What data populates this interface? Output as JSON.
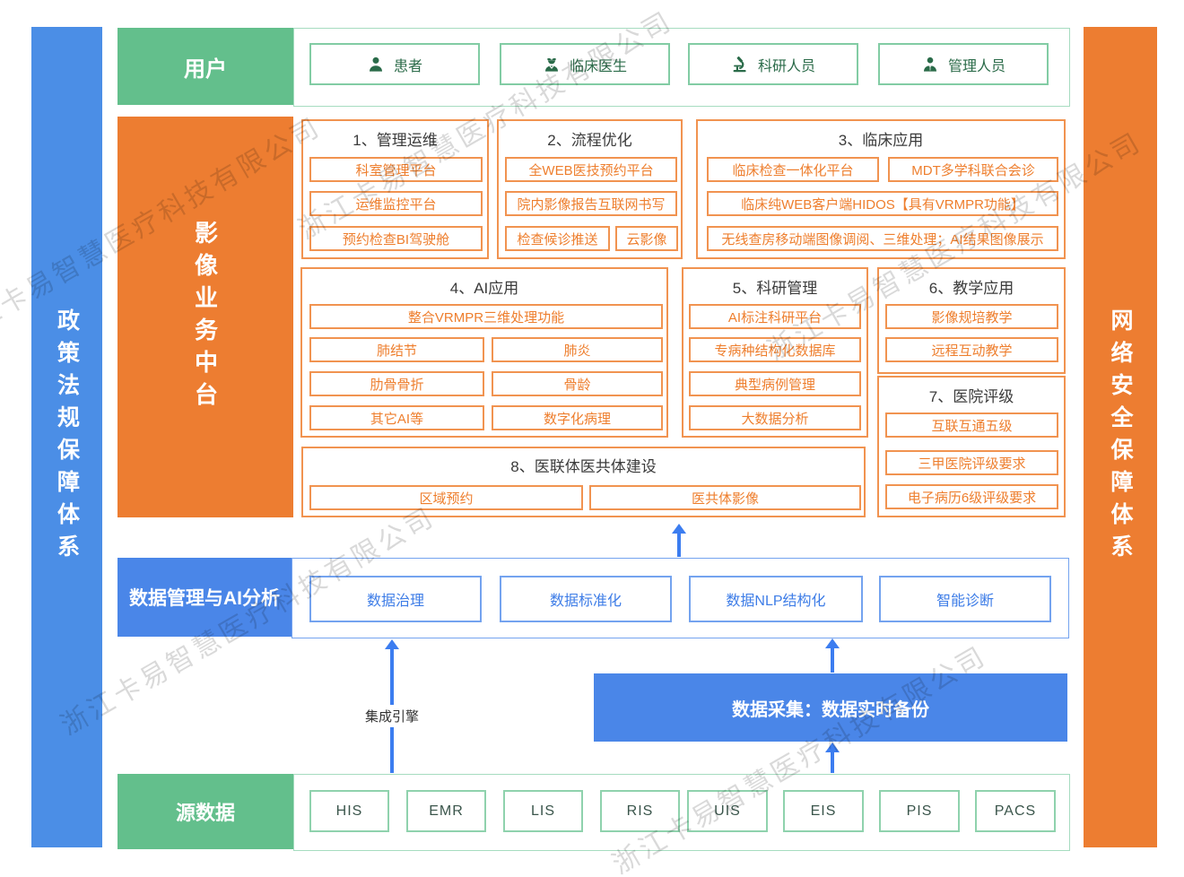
{
  "watermark": {
    "text": "浙江卡易智慧医疗科技有限公司"
  },
  "side_left": {
    "label": "政策法规保障体系"
  },
  "side_right": {
    "label": "网络安全保障体系"
  },
  "users": {
    "label": "用户",
    "items": [
      {
        "label": "患者",
        "icon": "patient-icon"
      },
      {
        "label": "临床医生",
        "icon": "doctor-icon"
      },
      {
        "label": "科研人员",
        "icon": "microscope-icon"
      },
      {
        "label": "管理人员",
        "icon": "manager-icon"
      }
    ]
  },
  "platform": {
    "label": "影像业务中台",
    "sections": {
      "s1": {
        "title": "1、管理运维",
        "items": [
          "科室管理平台",
          "运维监控平台",
          "预约检查BI驾驶舱"
        ]
      },
      "s2": {
        "title": "2、流程优化",
        "items": [
          "全WEB医技预约平台",
          "院内影像报告互联网书写",
          "检查候诊推送",
          "云影像"
        ]
      },
      "s3": {
        "title": "3、临床应用",
        "items": [
          "临床检查一体化平台",
          "MDT多学科联合会诊",
          "临床纯WEB客户端HIDOS【具有VRMPR功能】",
          "无线查房移动端图像调阅、三维处理；AI结果图像展示"
        ]
      },
      "s4": {
        "title": "4、AI应用",
        "items": [
          "整合VRMPR三维处理功能",
          "肺结节",
          "肺炎",
          "肋骨骨折",
          "骨龄",
          "其它AI等",
          "数字化病理"
        ]
      },
      "s5": {
        "title": "5、科研管理",
        "items": [
          "AI标注科研平台",
          "专病种结构化数据库",
          "典型病例管理",
          "大数据分析"
        ]
      },
      "s6": {
        "title": "6、教学应用",
        "items": [
          "影像规培教学",
          "远程互动教学"
        ]
      },
      "s7": {
        "title": "7、医院评级",
        "items": [
          "互联互通五级",
          "三甲医院评级要求",
          "电子病历6级评级要求"
        ]
      },
      "s8": {
        "title": "8、医联体医共体建设",
        "items": [
          "区域预约",
          "医共体影像"
        ]
      }
    }
  },
  "data_mgmt": {
    "label": "数据管理与AI分析",
    "items": [
      "数据治理",
      "数据标准化",
      "数据NLP结构化",
      "智能诊断"
    ]
  },
  "integration": {
    "label": "集成引擎"
  },
  "collection": {
    "label": "数据采集：数据实时备份"
  },
  "source": {
    "label": "源数据",
    "items": [
      "HIS",
      "EMR",
      "LIS",
      "RIS",
      "UIS",
      "EIS",
      "PIS",
      "PACS"
    ]
  },
  "colors": {
    "green": "#63BF8C",
    "green_border": "#82CCA4",
    "green_text": "#2B6B49",
    "orange": "#ED7D31",
    "orange_border": "#F19350",
    "orange_text": "#EE7E2E",
    "blue": "#4A86E8",
    "blue_sidebar": "#4B8EE6",
    "blue_border": "#74A3EF",
    "blue_text": "#3E7DE7",
    "arrow": "#3C7DF0",
    "section_title_text": "#3B3B3B"
  }
}
